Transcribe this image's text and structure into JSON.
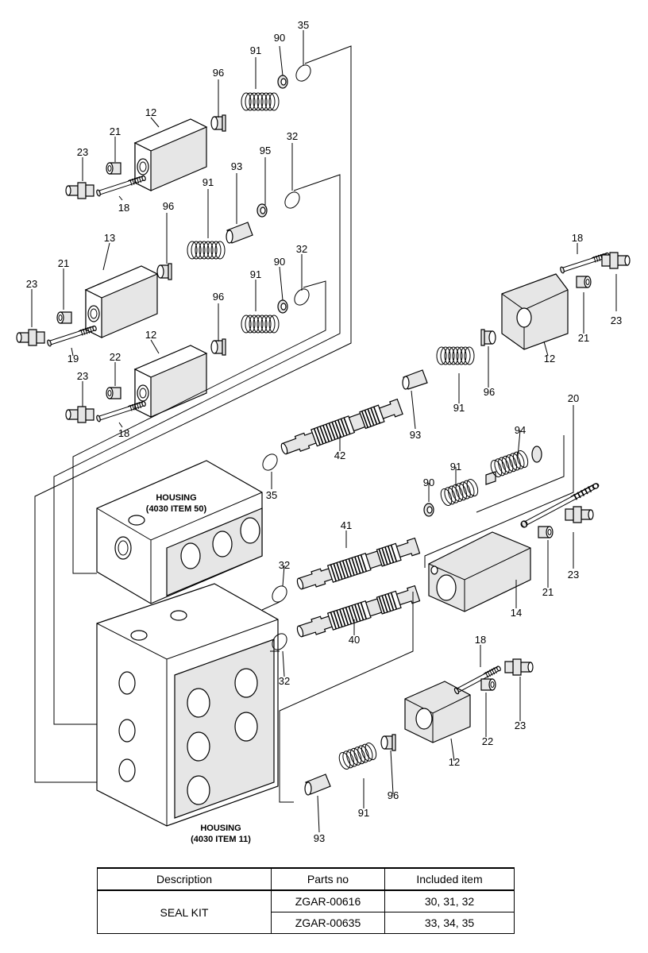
{
  "labels": {
    "c35_top": "35",
    "c90_top": "90",
    "c91_top": "91",
    "c96_top": "96",
    "c12_top": "12",
    "c21_top": "21",
    "c23_top": "23",
    "c18_top": "18",
    "c32_mid": "32",
    "c95_mid": "95",
    "c93_mid": "93",
    "c91_mid": "91",
    "c96_mid": "96",
    "c13_mid": "13",
    "c21_mid": "21",
    "c23_mid": "23",
    "c19_mid": "19",
    "c32_low": "32",
    "c90_low": "90",
    "c91_low": "91",
    "c96_low": "96",
    "c12_low": "12",
    "c22_low": "22",
    "c23_low": "23",
    "c18_low": "18",
    "c18_right": "18",
    "c23_right": "23",
    "c21_right": "21",
    "c12_right": "12",
    "c96_right": "96",
    "c91_right": "91",
    "c93_right": "93",
    "c42": "42",
    "c20": "20",
    "c94": "94",
    "c91_r2": "91",
    "c90_r2": "90",
    "c35_r2": "35",
    "c23_r3": "23",
    "c21_r3": "21",
    "c14": "14",
    "c41": "41",
    "c32_a": "32",
    "c40": "40",
    "c32_b": "32",
    "c18_bot": "18",
    "c23_bot": "23",
    "c22_bot": "22",
    "c12_bot": "12",
    "c96_bot": "96",
    "c91_bot": "91",
    "c93_bot": "93"
  },
  "housings": {
    "upper_title": "HOUSING",
    "upper_ref": "(4030 ITEM 50)",
    "lower_title": "HOUSING",
    "lower_ref": "(4030 ITEM 11)"
  },
  "table": {
    "headers": [
      "Description",
      "Parts no",
      "Included item"
    ],
    "description": "SEAL KIT",
    "rows": [
      {
        "parts_no": "ZGAR-00616",
        "included": "30, 31, 32"
      },
      {
        "parts_no": "ZGAR-00635",
        "included": "33, 34, 35"
      }
    ]
  }
}
